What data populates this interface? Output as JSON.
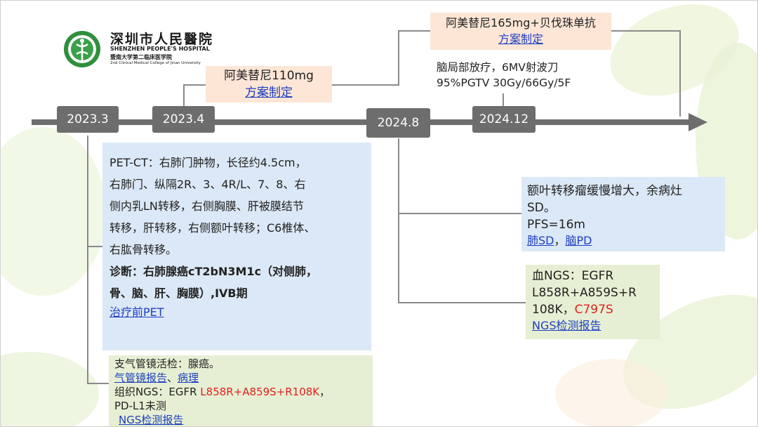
{
  "hospital": {
    "name_cn": "深圳市人民醫院",
    "name_en": "SHENZHEN PEOPLE'S HOSPITAL",
    "sub_cn": "暨南大学第二临床医学院",
    "sub_en": "2nd Clinical Medical College of Jinan University"
  },
  "timeline": {
    "dates": [
      "2023.3",
      "2023.4",
      "2024.8",
      "2024.12"
    ]
  },
  "events": {
    "e2023_4": {
      "drug": "阿美替尼110mg",
      "link": "方案制定"
    },
    "e2024_12_a": {
      "drug": "阿美替尼165mg+贝伐珠单抗",
      "link": "方案制定"
    },
    "e2024_12_b": {
      "line1": "脑局部放疗，6MV射波刀",
      "line2": "95%PGTV 30Gy/66Gy/5F"
    }
  },
  "pet": {
    "lines": [
      "PET-CT：右肺门肿物，长径约4.5cm，",
      "右肺门、纵隔2R、3、4R/L、7、8、右",
      "侧内乳LN转移，右侧胸膜、肝被膜结节",
      "转移，肝转移，右侧额叶转移；C6椎体、",
      "右肱骨转移。"
    ],
    "diagnosis": [
      "诊断：右肺腺癌cT2bN3M1c（对侧肺，",
      "骨、脑、肝、胸膜）,IVB期"
    ],
    "link": "治疗前PET"
  },
  "bronch": {
    "line1": "支气管镜活检：腺癌。",
    "link1": "气管镜报告",
    "sep": "、",
    "link2": "病理",
    "ngs_prefix": "组织NGS：EGFR ",
    "ngs_red": "L858R+A859S+R108K",
    "ngs_suffix": "，",
    "pdl1": "PD-L1未测",
    "link3": "NGS检测报告"
  },
  "frontal": {
    "line1": "额叶转移瘤缓慢增大，余病灶",
    "line2": "SD。",
    "line3": "PFS=16m",
    "link1": "肺SD",
    "sep": "，",
    "link2": "脑PD"
  },
  "blood": {
    "line1": "血NGS：EGFR",
    "line2": "L858R+A859S+R",
    "line3_prefix": "108K，",
    "line3_red": "C797S",
    "link": "NGS检测报告"
  },
  "colors": {
    "date_bg": "#6d6d6d",
    "peach": "#fde6d6",
    "blue": "#dbe8f7",
    "green": "#e6efd3",
    "link": "#1f3fbf",
    "red": "#e02020",
    "connector": "#8a8a8a"
  }
}
